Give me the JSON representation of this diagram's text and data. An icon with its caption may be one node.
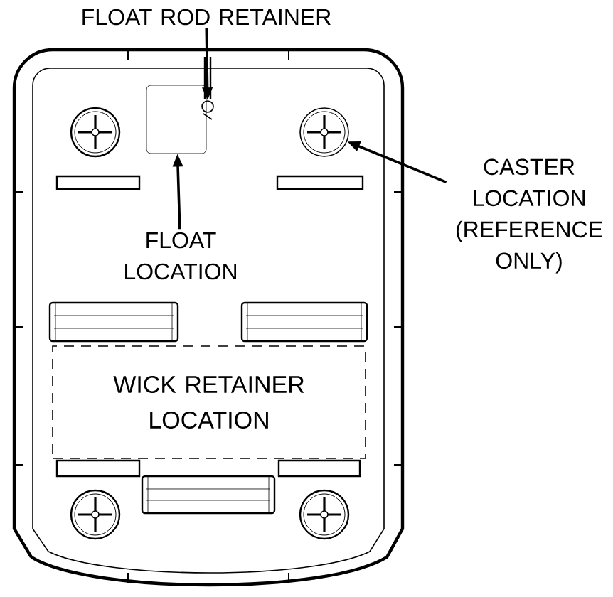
{
  "diagram": {
    "nodes": [
      {
        "text": [
          "FLOAT ROD RETAINER"
        ]
      },
      {
        "text": [],
        "shape": "circle"
      },
      {
        "text": [
          "FLOAT LOCATION"
        ]
      },
      {
        "text": [],
        "shape": "box"
      },
      {
        "text": [
          "CASTER LOCATION (REFERENCE ONLY)"
        ]
      },
      {
        "text": [],
        "shape": "circle"
      },
      {
        "text": [
          "WICK RETAINER LOCATION"
        ]
      }
    ],
    "edges": [
      {
        "from": 0,
        "to": 1,
        "arrow": "to"
      },
      {
        "from": 2,
        "to": 3,
        "arrow": "to"
      },
      {
        "from": 4,
        "to": 5,
        "arrow": "to"
      }
    ]
  }
}
